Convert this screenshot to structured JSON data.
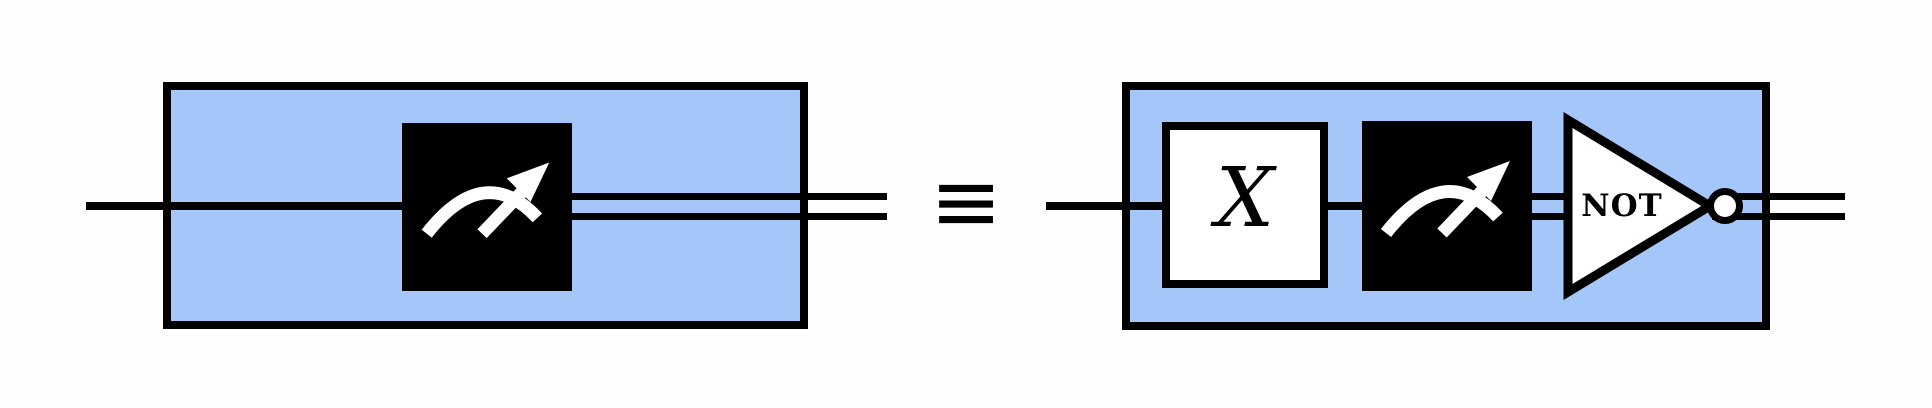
{
  "diagram": {
    "title": "measurement-circuit-equivalence",
    "equivalence": {
      "symbol": "≡"
    },
    "colors": {
      "background": "#fefefe",
      "line": "#000000",
      "highlight_fill": "#a5c6f8",
      "measurement_gate_fill": "#000000",
      "gate_fill": "#ffffff"
    },
    "left_circuit": {
      "input_wire": "quantum-single",
      "output_wire": "classical-double",
      "gates": [
        {
          "type": "measurement",
          "label": "",
          "icon": "meter-icon"
        }
      ]
    },
    "right_circuit": {
      "input_wire": "quantum-single",
      "output_wire": "classical-double",
      "gates": [
        {
          "type": "pauli-x",
          "label": "X"
        },
        {
          "type": "measurement",
          "label": "",
          "icon": "meter-icon"
        },
        {
          "type": "classical-not",
          "label": "NOT",
          "icon": "not-triangle-bubble-icon"
        }
      ]
    }
  }
}
